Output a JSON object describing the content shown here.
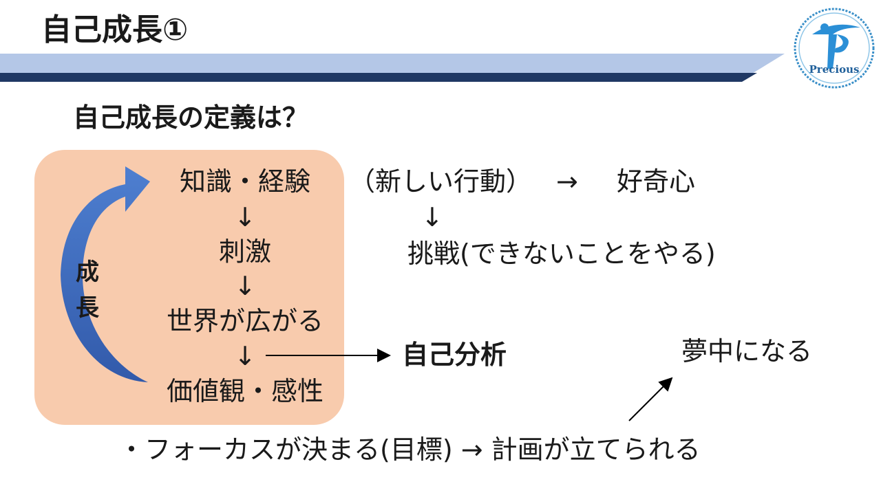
{
  "header": {
    "title": "自己成長①"
  },
  "logo": {
    "text": "Precious",
    "letter": "P"
  },
  "question": "自己成長の定義は？",
  "growth_label": [
    "成",
    "長"
  ],
  "flow": {
    "steps": [
      "知識・経験",
      "刺激",
      "世界が広がる",
      "価値観・感性"
    ],
    "arrow": "↓"
  },
  "side": {
    "new_action": "（新しい行動）",
    "arrow_right": "→",
    "curiosity": "好奇心",
    "arrow_down": "↓",
    "challenge": "挑戦(できないことをやる)",
    "self_analysis": "自己分析",
    "absorbed": "夢中になる"
  },
  "bottom_line": "・フォーカスが決まる(目標) → 計画が立てられる",
  "colors": {
    "band_light": "#b4c7e7",
    "band_dark": "#1f3864",
    "box_fill": "#f8cbad",
    "arrow_blue": "#4472c4"
  }
}
